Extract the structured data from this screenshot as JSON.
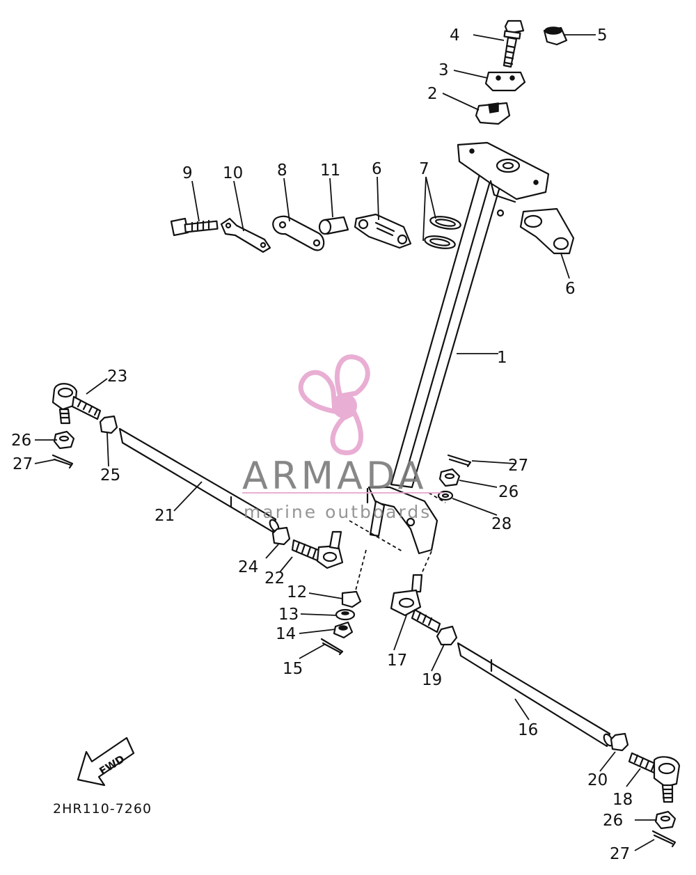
{
  "diagram_code": "2HR110-7260",
  "direction_arrow": "FWD",
  "watermark": {
    "title": "ARMADA",
    "subtitle": "marine outboards",
    "logo_icon": "propeller-icon",
    "logo_color": "#e7a6cf"
  },
  "callouts": [
    "1",
    "2",
    "3",
    "4",
    "5",
    "6",
    "6",
    "7",
    "8",
    "9",
    "10",
    "11",
    "12",
    "13",
    "14",
    "15",
    "16",
    "17",
    "18",
    "19",
    "20",
    "21",
    "22",
    "23",
    "24",
    "25",
    "26",
    "26",
    "26",
    "27",
    "27",
    "27",
    "28"
  ]
}
